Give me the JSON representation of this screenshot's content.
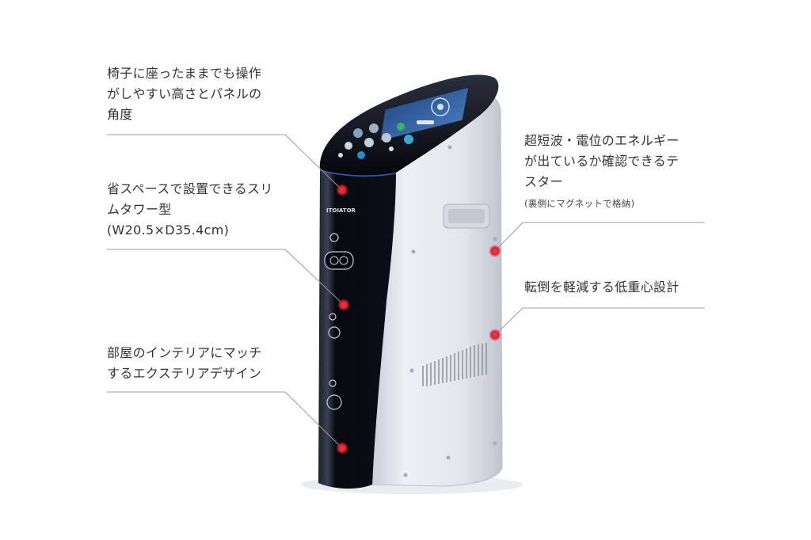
{
  "product": {
    "brand_label": "ITOIATOR"
  },
  "callouts": {
    "left": [
      {
        "lines": [
          "椅子に座ったままでも操作",
          "がしやすい高さとパネルの",
          "角度"
        ]
      },
      {
        "lines": [
          "省スペースで設置できるスリ",
          "ムタワー型",
          "(W20.5×D35.4cm)"
        ]
      },
      {
        "lines": [
          "部屋のインテリアにマッチ",
          "するエクステリアデザイン"
        ]
      }
    ],
    "right": [
      {
        "lines": [
          "超短波・電位のエネルギー",
          "が出ているか確認できるテ",
          "スター"
        ],
        "note": "(裏側にマグネットで格納)"
      },
      {
        "lines": [
          "転倒を軽減する低重心設計"
        ]
      }
    ]
  },
  "colors": {
    "marker": "#d8212f",
    "body_black": "#0b0d14",
    "body_white": "#e6e9ef",
    "line": "#9a9a9a"
  }
}
